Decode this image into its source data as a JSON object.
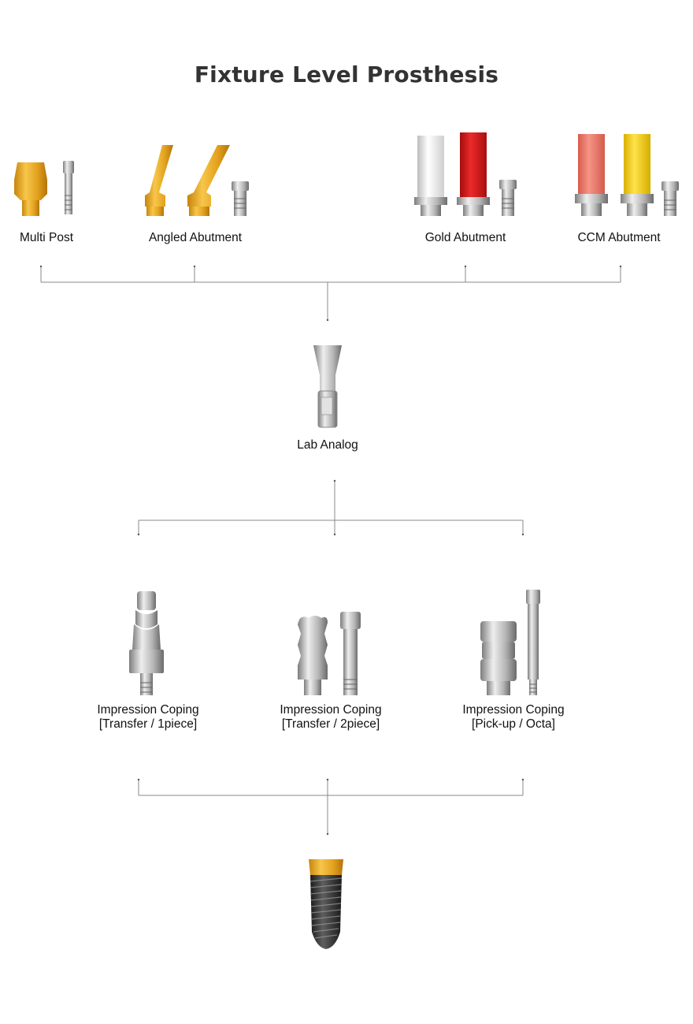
{
  "title": "Fixture Level Prosthesis",
  "top_components": [
    {
      "label": "Multi Post"
    },
    {
      "label": "Angled Abutment"
    },
    {
      "label": "Gold Abutment"
    },
    {
      "label": "CCM Abutment"
    }
  ],
  "middle_component": {
    "label": "Lab Analog"
  },
  "impression_copings": [
    {
      "line1": "Impression Coping",
      "line2": "[Transfer / 1piece]"
    },
    {
      "line1": "Impression Coping",
      "line2": "[Transfer / 2piece]"
    },
    {
      "line1": "Impression Coping",
      "line2": "[Pick-up / Octa]"
    }
  ],
  "colors": {
    "gold": "#e8a820",
    "red": "#d61c1c",
    "salmon": "#ef7a6c",
    "yellow": "#f4d21a",
    "silver": "#c9c9c9",
    "line": "#888888"
  }
}
